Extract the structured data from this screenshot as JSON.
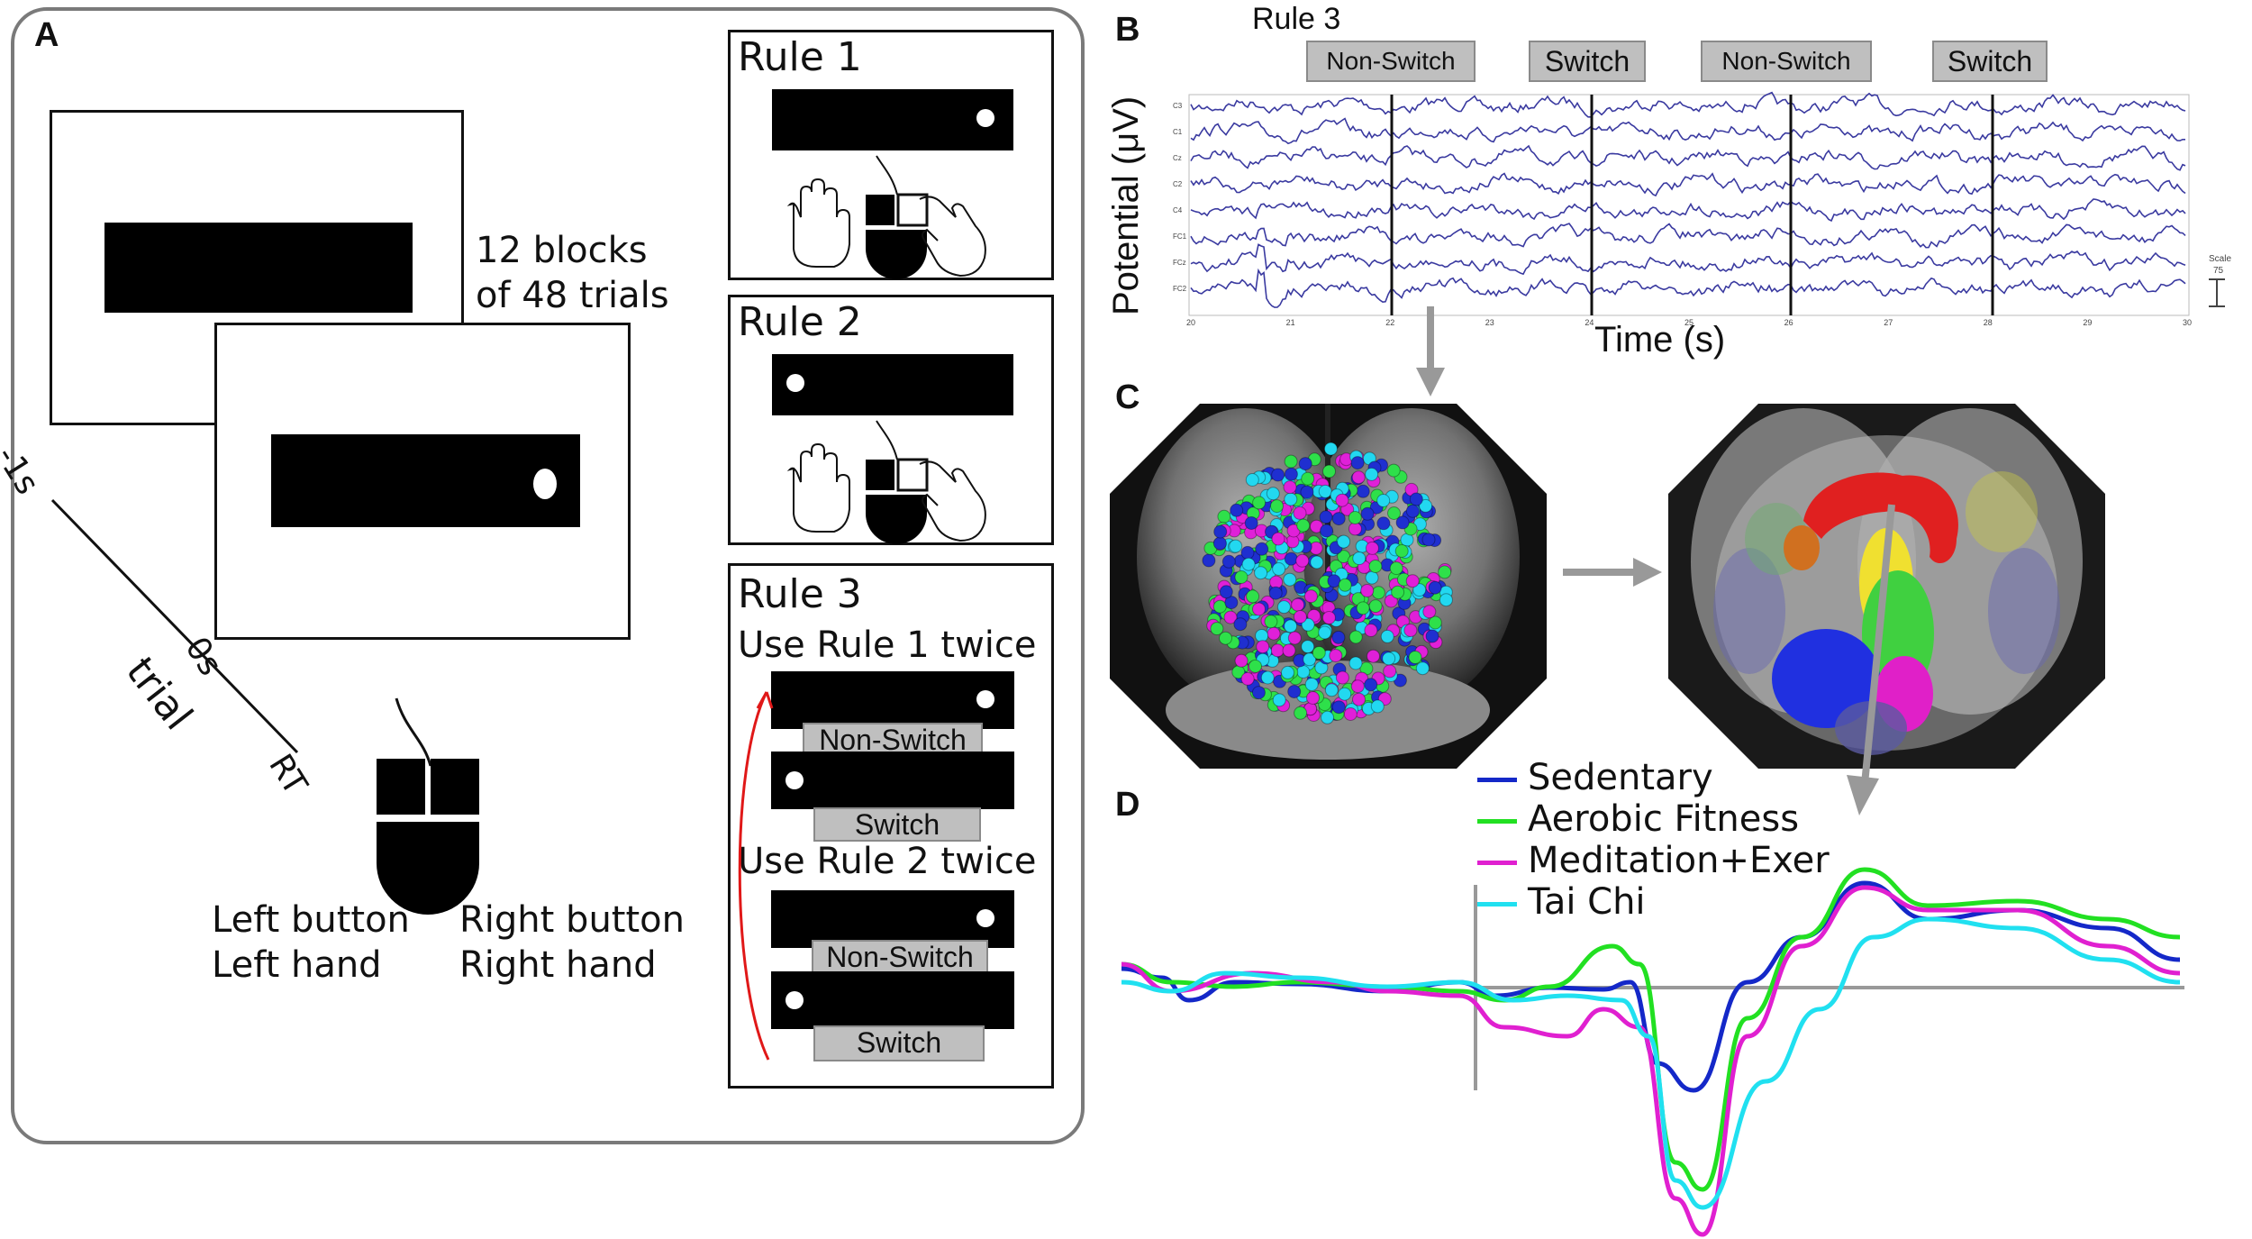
{
  "panels": {
    "a": "A",
    "b": "B",
    "c": "C",
    "d": "D"
  },
  "panel_a": {
    "blocks_line1": "12 blocks",
    "blocks_line2": "of 48 trials",
    "time_neg1": "-1s",
    "time_0": "0s",
    "time_rt": "RT",
    "trial_label": "trial",
    "left_button": "Left button",
    "left_hand": "Left hand",
    "right_button": "Right button",
    "right_hand": "Right hand",
    "rule1_title": "Rule 1",
    "rule2_title": "Rule 2",
    "rule3_title": "Rule 3",
    "rule3_use1": "Use Rule 1 twice",
    "rule3_use2": "Use Rule 2 twice",
    "tag_nonswitch": "Non-Switch",
    "tag_switch": "Switch"
  },
  "panel_b": {
    "rule_label": "Rule 3",
    "tags": [
      "Non-Switch",
      "Switch",
      "Non-Switch",
      "Switch"
    ],
    "ylabel": "Potential (μV)",
    "xlabel": "Time (s)",
    "channels": [
      "C3",
      "C1",
      "Cz",
      "C2",
      "C4",
      "FC1",
      "FCz",
      "FC2"
    ],
    "xticks": [
      "20",
      "21",
      "22",
      "23",
      "24",
      "25",
      "26",
      "27",
      "28",
      "29",
      "30"
    ],
    "scale_label": "Scale",
    "scale_value": "75",
    "trace_color": "#3a3aa0"
  },
  "panel_c": {
    "sphere_colors": [
      "#1f2fd0",
      "#2ee04a",
      "#e020d8",
      "#22d8f0"
    ],
    "cluster_colors": [
      "#e02020",
      "#f0e030",
      "#40d040",
      "#2030e0",
      "#e020c8",
      "#d07020"
    ]
  },
  "panel_d": {
    "legend": [
      {
        "name": "Sedentary",
        "color": "#1428c8"
      },
      {
        "name": "Aerobic Fitness",
        "color": "#22e022"
      },
      {
        "name": "Meditation+Exer",
        "color": "#e020d0"
      },
      {
        "name": "Tai Chi",
        "color": "#20e0f0"
      }
    ]
  },
  "colors": {
    "arrow_gray": "#999999",
    "frame_gray": "#7a7a7a",
    "rule3_arc": "#e01818"
  }
}
